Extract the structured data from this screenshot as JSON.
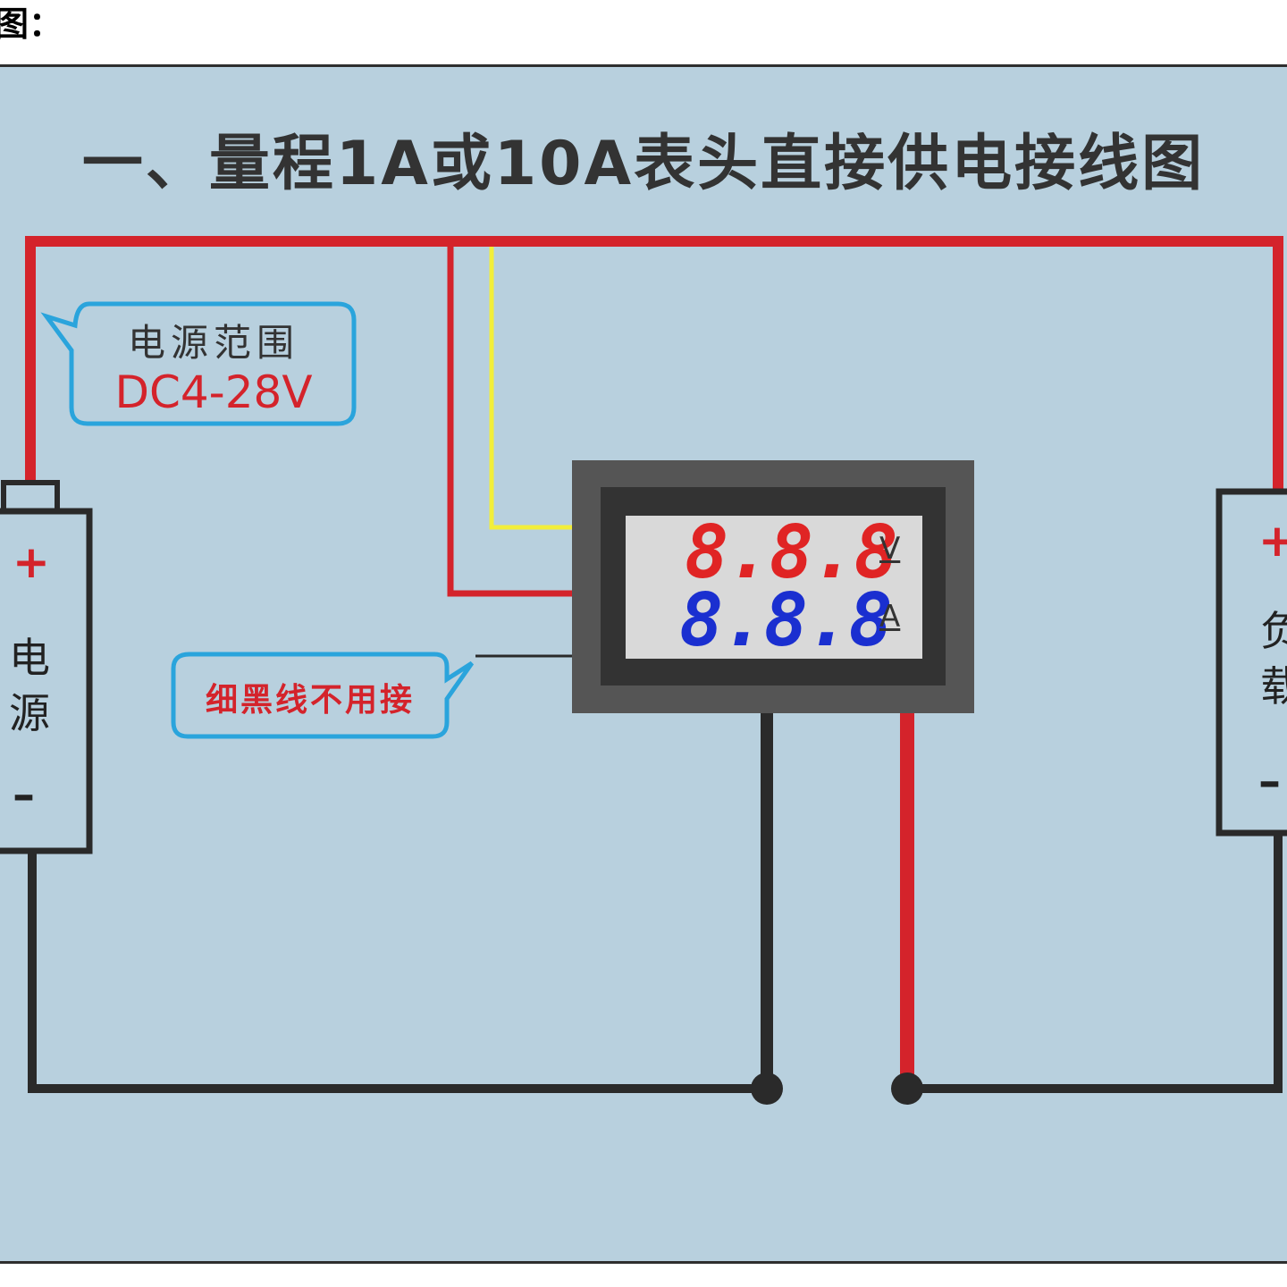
{
  "header": {
    "label": "图："
  },
  "title": "一、量程1A或10A表头直接供电接线图",
  "power_range": {
    "label": "电源范围",
    "value": "DC4-28V"
  },
  "hint": {
    "text": "细黑线不用接"
  },
  "power_source": {
    "label": "电\n源",
    "plus": "+",
    "minus": "–"
  },
  "load": {
    "label": "负\n载",
    "plus": "+",
    "minus": "–"
  },
  "meter": {
    "voltage_display": "8.8.8",
    "voltage_unit": "V",
    "current_display": "8.8.8",
    "current_unit": "A",
    "voltage_color": "#e02424",
    "current_color": "#1a2fd0"
  },
  "colors": {
    "background": "#b8d0de",
    "wire_red": "#d4232b",
    "wire_black": "#2a2a2a",
    "wire_yellow": "#f2ee3a",
    "bubble_border": "#2aa4dc",
    "meter_frame": "#555555"
  }
}
